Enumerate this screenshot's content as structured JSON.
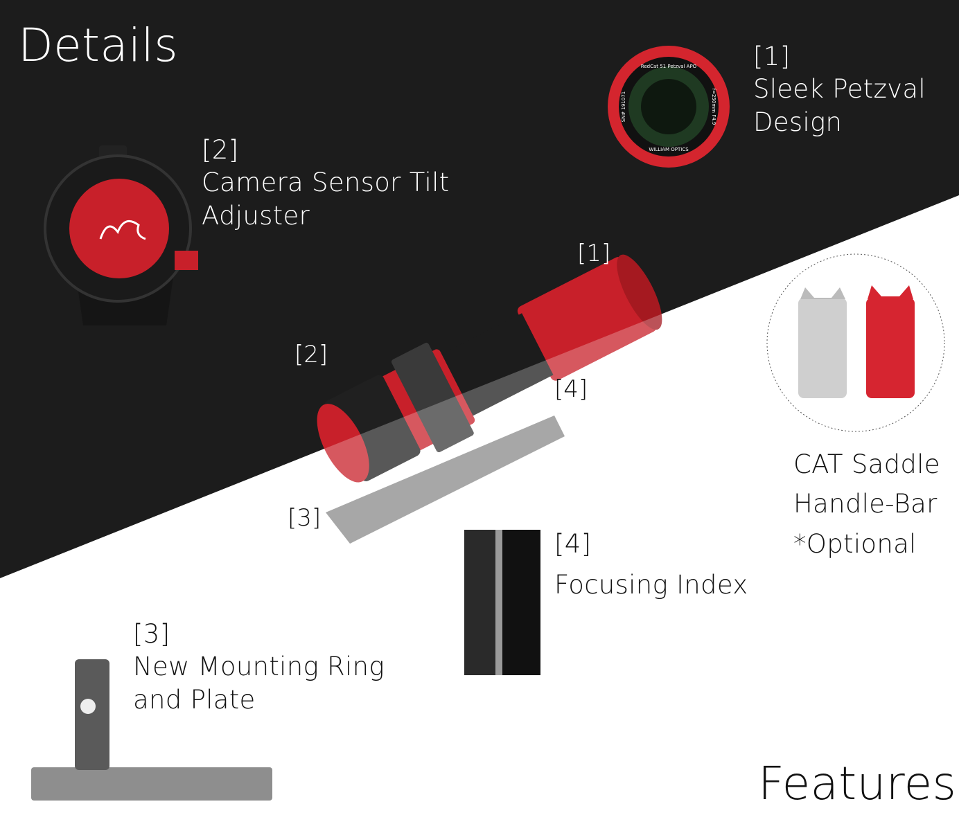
{
  "title": "Details",
  "footer_title": "Features",
  "colors": {
    "dark_bg": "#1c1c1c",
    "light_bg": "#ffffff",
    "accent_red": "#c8202a"
  },
  "callouts": [
    {
      "tag": "[1]",
      "lines": [
        "Sleek Petzval",
        "Design"
      ]
    },
    {
      "tag": "[2]",
      "lines": [
        "Camera Sensor Tilt",
        "Adjuster"
      ]
    },
    {
      "tag": "[3]",
      "lines": [
        "New Mounting Ring",
        "and Plate"
      ]
    },
    {
      "tag": "[4]",
      "lines": [
        "Focusing Index"
      ]
    }
  ],
  "saddle": {
    "lines": [
      "CAT Saddle",
      "Handle-Bar",
      "*Optional"
    ]
  },
  "telescope_labels": [
    "[1]",
    "[2]",
    "[3]",
    "[4]"
  ],
  "lens_engraving": {
    "top": "RedCat 51 Petzval APO",
    "right": "f=250mm F4.9",
    "left": "SN# 191071",
    "bottom": "WILLIAM OPTICS"
  }
}
